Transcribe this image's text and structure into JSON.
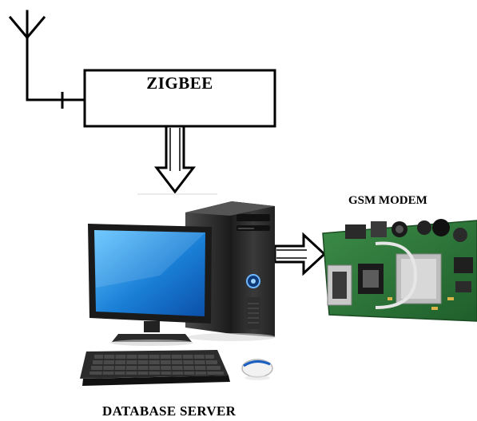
{
  "diagram": {
    "nodes": [
      {
        "id": "antenna",
        "label": ""
      },
      {
        "id": "zigbee",
        "label": "ZIGBEE"
      },
      {
        "id": "database-server",
        "label": "DATABASE SERVER"
      },
      {
        "id": "gsm-modem",
        "label": "GSM MODEM"
      }
    ],
    "edges": [
      {
        "from": "antenna",
        "to": "zigbee"
      },
      {
        "from": "zigbee",
        "to": "database-server",
        "style": "hollow-arrow"
      },
      {
        "from": "database-server",
        "to": "gsm-modem",
        "style": "hollow-arrow"
      }
    ]
  },
  "labels": {
    "zigbee": "ZIGBEE",
    "gsm_modem": "GSM MODEM",
    "database_server": "DATABASE SERVER"
  },
  "colors": {
    "line": "#000000",
    "monitor_screen": "#1a7fd6",
    "pcb": "#2f7a3c",
    "case": "#2b2b2b"
  }
}
